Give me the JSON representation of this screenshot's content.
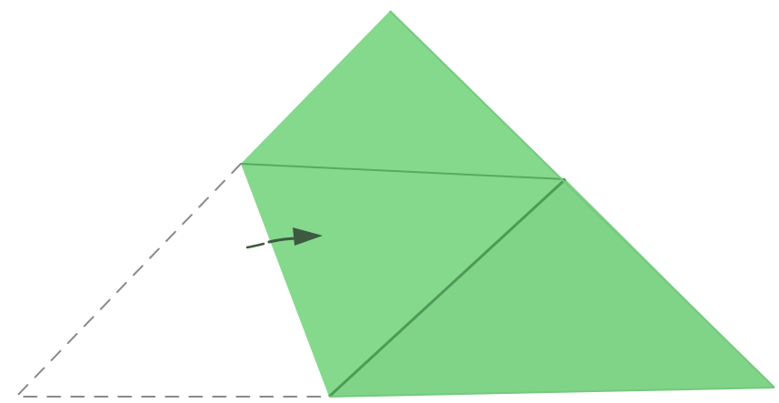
{
  "diagram": {
    "type": "origami-fold-step",
    "colors": {
      "paper": "#84d98c",
      "paper_shadow": "#6fc278",
      "crease": "#5aa862",
      "fold_edge": "#4e9a57",
      "dashed_outline": "#8a8a8a",
      "arrow": "#3d5a40",
      "background": "#ffffff"
    },
    "shapes": [
      {
        "name": "green-paper-triangle",
        "kind": "folded-paper"
      },
      {
        "name": "previous-position-outline",
        "kind": "dashed-outline"
      }
    ],
    "arrow": {
      "meaning": "fold-direction",
      "direction": "right"
    }
  }
}
